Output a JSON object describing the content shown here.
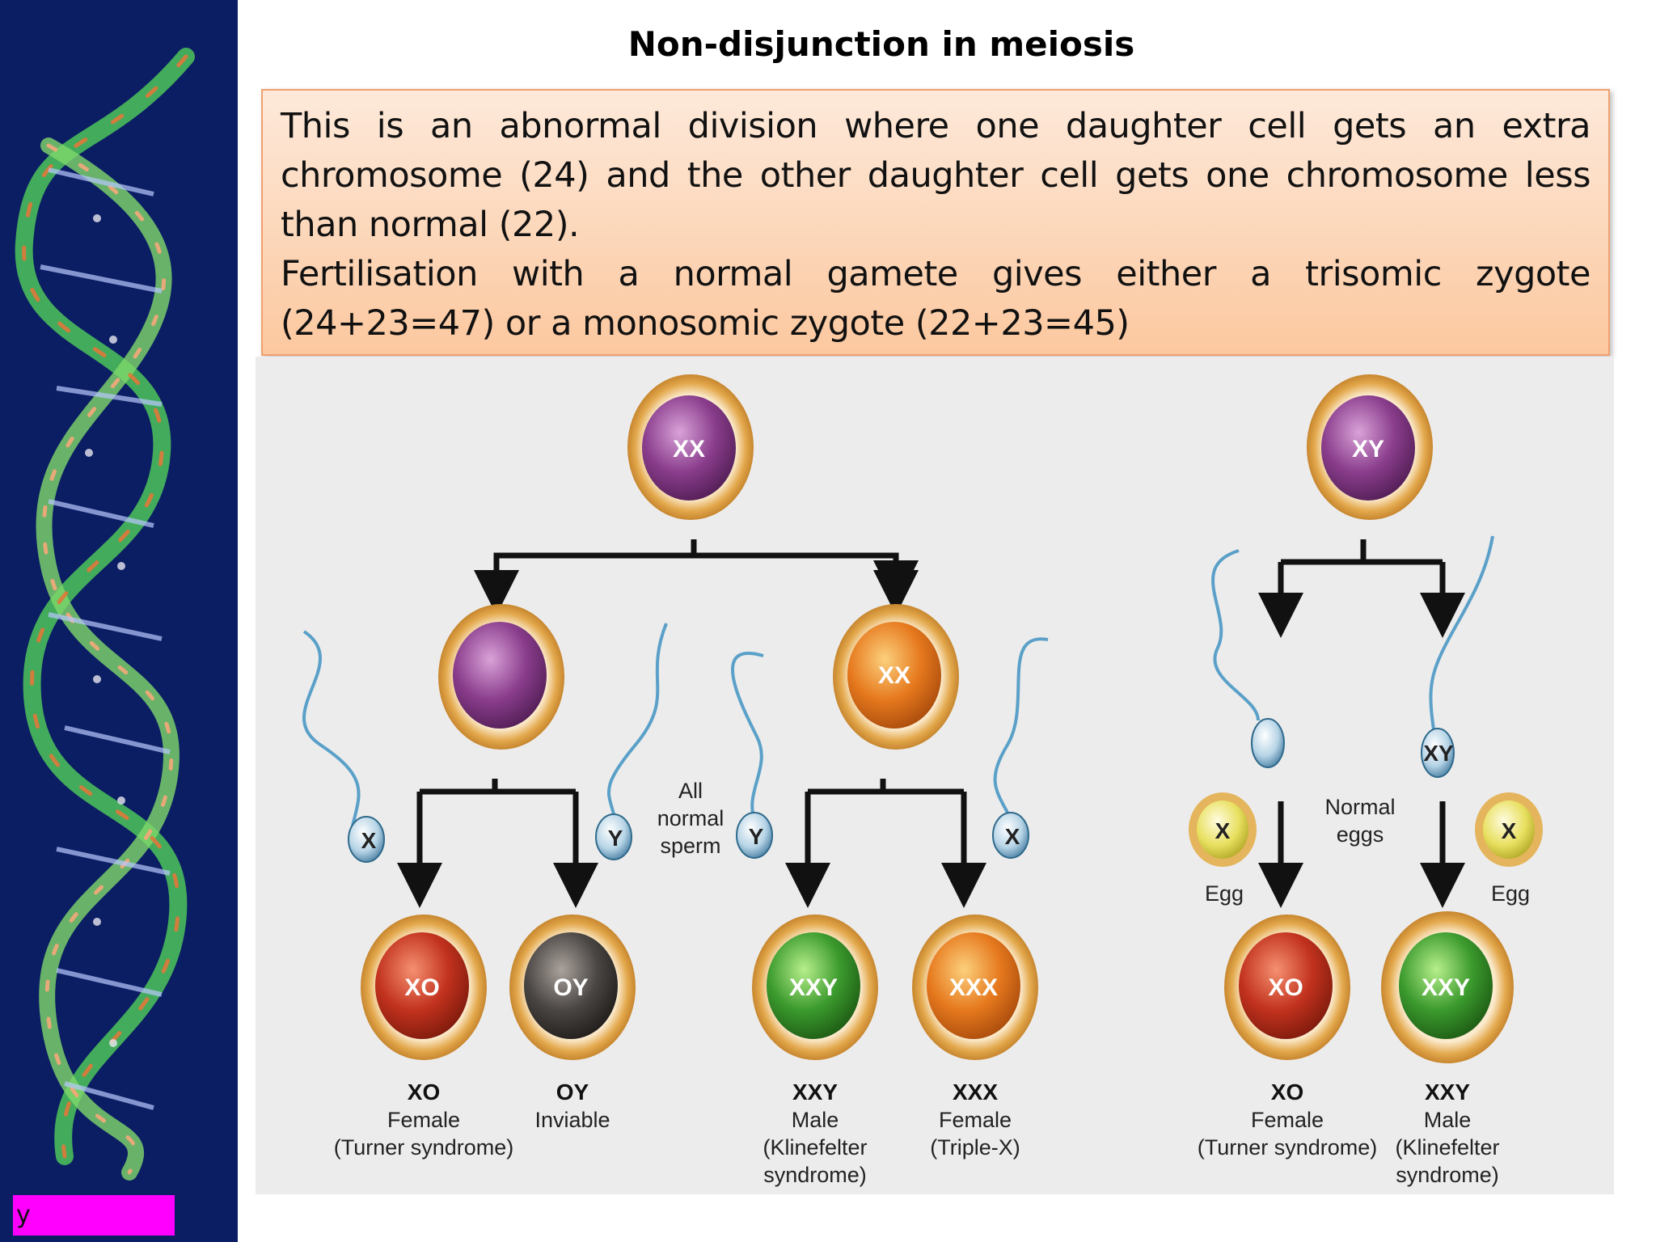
{
  "title": "Non-disjunction in meiosis",
  "description": {
    "para1": "This is an abnormal division where one daughter cell gets an extra chromosome (24) and the other daughter cell gets one chromosome less than normal (22).",
    "para2": "Fertilisation with a normal gamete gives either a trisomic zygote (24+23=47) or a monosomic zygote (22+23=45)"
  },
  "sidebar": {
    "tag": "y"
  },
  "diagram": {
    "left_parent": "XX",
    "right_parent": "XY",
    "left_daughter_empty": "",
    "left_daughter_xx": "XX",
    "right_sperm_xy": "XY",
    "sperm_labels": [
      "X",
      "Y",
      "Y",
      "X"
    ],
    "all_normal_sperm": [
      "All",
      "normal",
      "sperm"
    ],
    "normal_eggs": [
      "Normal",
      "eggs"
    ],
    "egg_left": "X",
    "egg_right": "X",
    "egg_caption": "Egg",
    "zygotes": [
      {
        "label": "XO",
        "title": "XO",
        "line1": "Female",
        "line2": "(Turner syndrome)",
        "line3": ""
      },
      {
        "label": "OY",
        "title": "OY",
        "line1": "Inviable",
        "line2": "",
        "line3": ""
      },
      {
        "label": "XXY",
        "title": "XXY",
        "line1": "Male",
        "line2": "(Klinefelter",
        "line3": "syndrome)"
      },
      {
        "label": "XXX",
        "title": "XXX",
        "line1": "Female",
        "line2": "(Triple-X)",
        "line3": ""
      },
      {
        "label": "XO",
        "title": "XO",
        "line1": "Female",
        "line2": "(Turner syndrome)",
        "line3": ""
      },
      {
        "label": "XXY",
        "title": "XXY",
        "line1": "Male",
        "line2": "(Klinefelter",
        "line3": "syndrome)"
      }
    ],
    "colors": {
      "purple": "#8a3d8c",
      "orange": "#e6791e",
      "red": "#c2321e",
      "gray": "#4a4644",
      "green": "#3b9a2d",
      "yellow": "#e8e060",
      "gold_ring": "#e5b25a"
    }
  }
}
